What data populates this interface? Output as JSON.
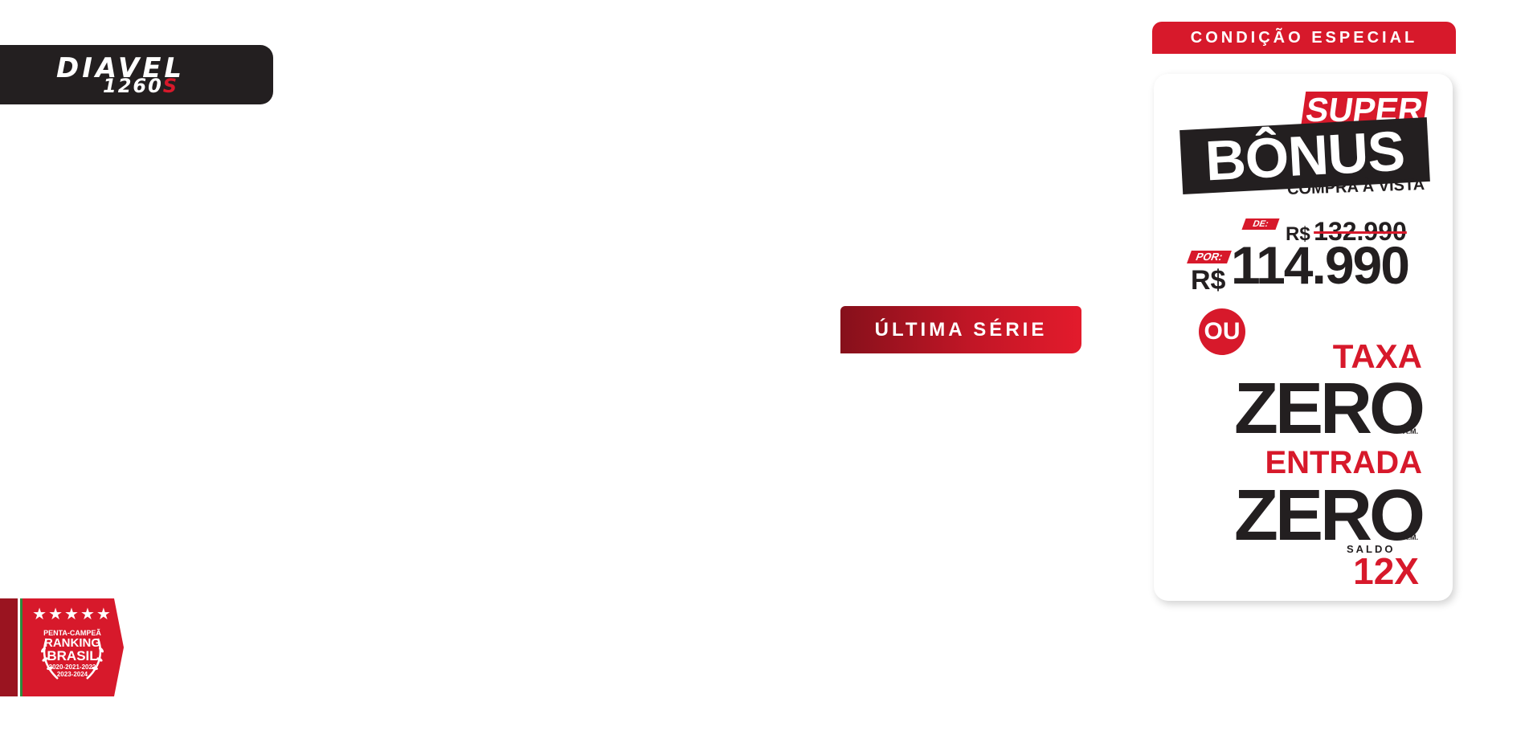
{
  "logo": {
    "line1": "DIAVEL",
    "line2_main": "1260",
    "line2_accent": "S"
  },
  "ultima_serie": {
    "label": "ÚLTIMA SÉRIE"
  },
  "condicao": {
    "label": "CONDIÇÃO ESPECIAL"
  },
  "offer": {
    "super": "SUPER",
    "bonus": "BÔNUS",
    "compra": "COMPRA À VISTA",
    "de_label": "DE:",
    "currency": "R$",
    "old_price": "132.990",
    "por_label": "POR:",
    "new_price": "114.990",
    "ou": "OU",
    "taxa": "TAXA",
    "zero": "ZERO",
    "am": "A.M.",
    "entrada": "ENTRADA",
    "saldo": "SALDO",
    "parcelas": "12X"
  },
  "badge": {
    "stars": "★★★★★",
    "line1": "PENTA-CAMPEÃ",
    "line2": "RANKING",
    "line3": "BRASIL",
    "line4": "2020-2021-2022",
    "line5": "2023-2024"
  },
  "colors": {
    "brand_red": "#d7192b",
    "dark": "#231f20",
    "dark_red": "#86101b"
  }
}
